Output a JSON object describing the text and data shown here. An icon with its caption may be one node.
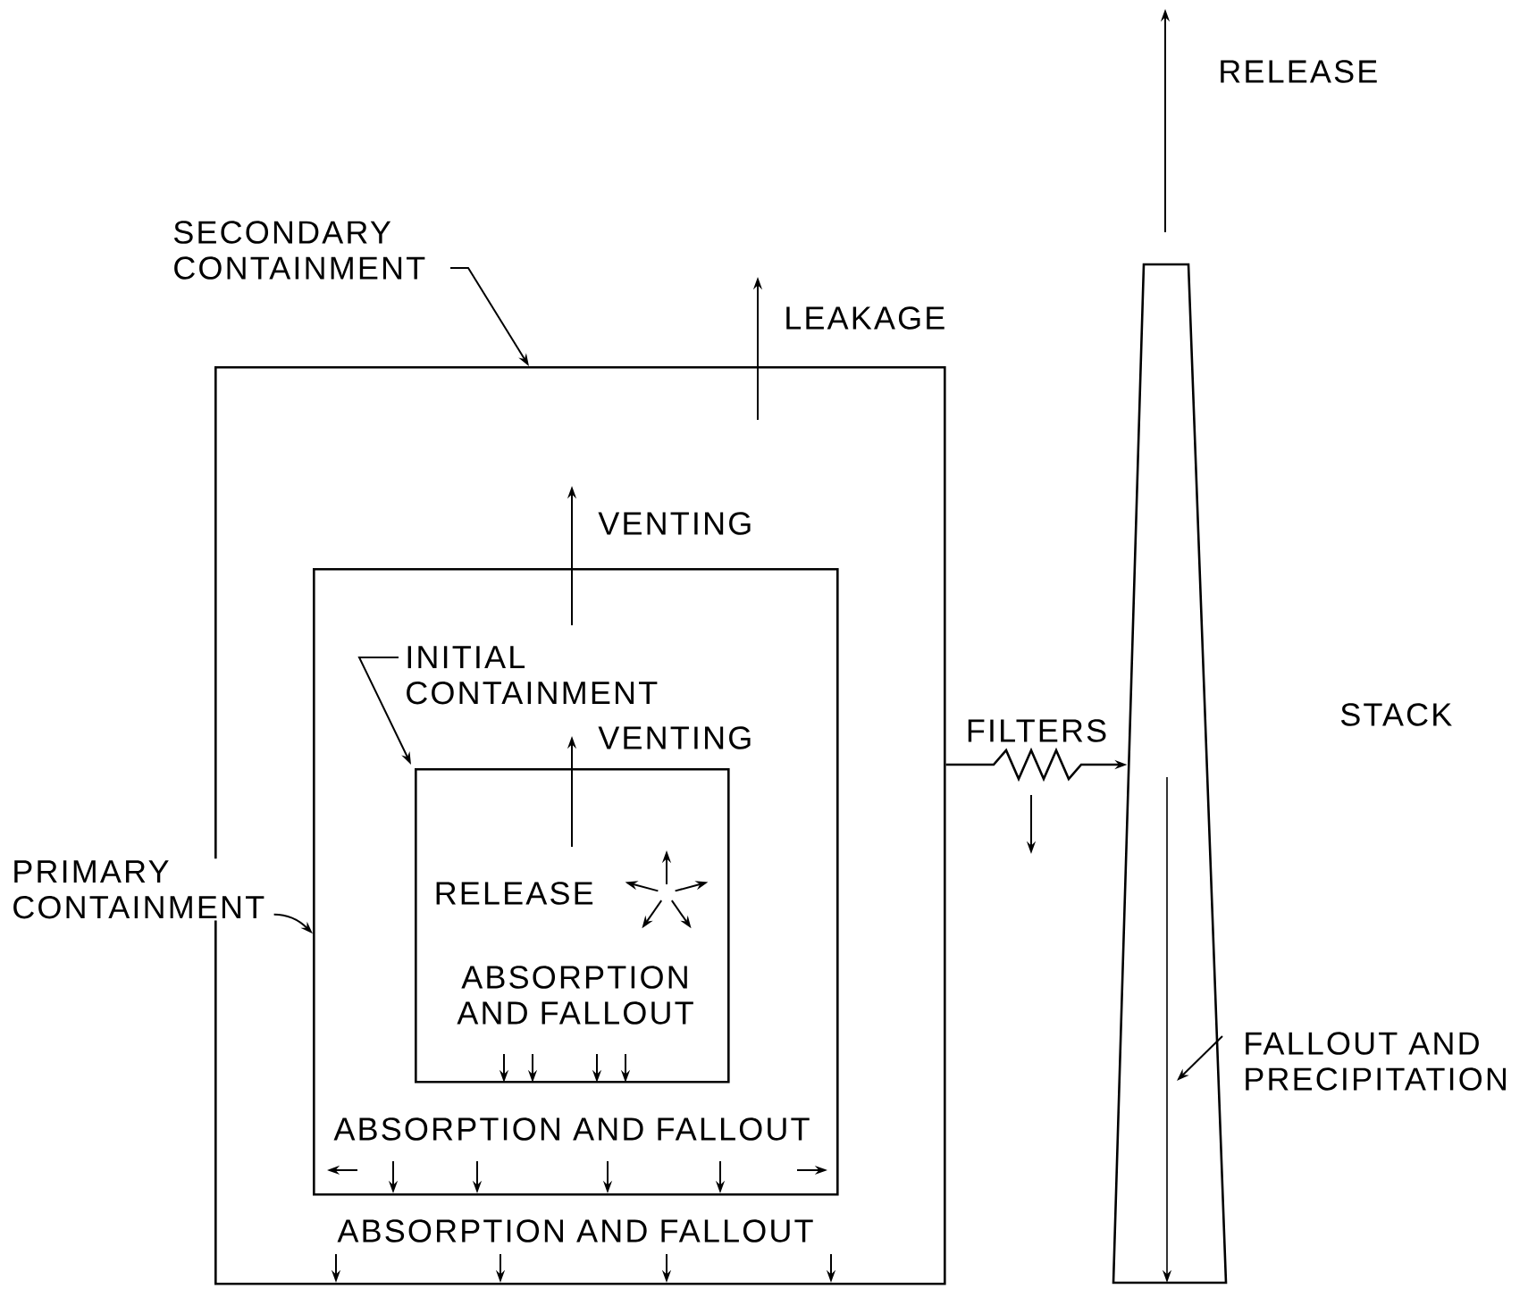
{
  "diagram": {
    "nodes": [
      {
        "text": [],
        "shape": "box"
      },
      {
        "text": [],
        "shape": "box",
        "in": 0
      },
      {
        "text": [],
        "shape": "box",
        "in": 1
      },
      {
        "text": [
          "STACK"
        ]
      },
      {
        "text": [
          "SECONDARY CONTAINMENT"
        ]
      },
      {
        "text": [
          "PRIMARY CONTAINMENT"
        ]
      },
      {
        "text": [
          "INITIAL CONTAINMENT"
        ],
        "in": 1
      },
      {
        "text": [
          "FALLOUT AND PRECIPITATION"
        ]
      }
    ],
    "edges": [
      {
        "from": 4,
        "to": 0,
        "arrow": "to"
      },
      {
        "from": 5,
        "to": 1,
        "arrow": "to"
      },
      {
        "from": 6,
        "to": 2,
        "arrow": "to"
      },
      {
        "from": 0,
        "to": 3,
        "arrow": "to",
        "label": "FILTERS"
      },
      {
        "from": 7,
        "to": 3,
        "arrow": "to"
      }
    ],
    "labels": [
      "RELEASE",
      "LEAKAGE",
      "VENTING",
      "VENTING",
      "RELEASE",
      "ABSORPTION AND FALLOUT",
      "ABSORPTION AND FALLOUT",
      "ABSORPTION AND FALLOUT"
    ]
  }
}
